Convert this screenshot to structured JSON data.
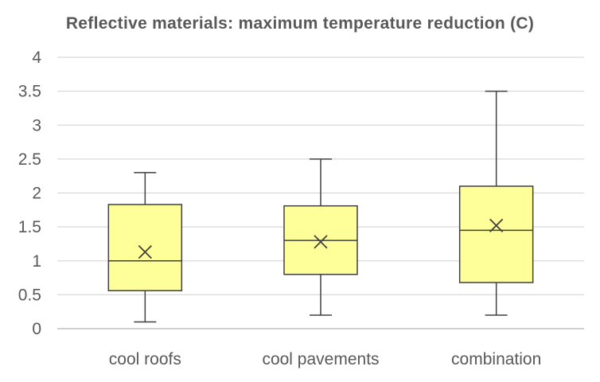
{
  "chart_data": {
    "type": "box",
    "title": "Reflective materials: maximum temperature reduction (C)",
    "xlabel": "",
    "ylabel": "",
    "ylim": [
      0,
      4
    ],
    "yticks": [
      0,
      0.5,
      1,
      1.5,
      2,
      2.5,
      3,
      3.5,
      4
    ],
    "ytick_labels": [
      "0",
      "0.5",
      "1",
      "1.5",
      "2",
      "2.5",
      "3",
      "3.5",
      "4"
    ],
    "grid": true,
    "categories": [
      "cool roofs",
      "cool pavements",
      "combination"
    ],
    "boxes": [
      {
        "category": "cool roofs",
        "min": 0.1,
        "q1": 0.56,
        "median": 1.0,
        "q3": 1.83,
        "max": 2.3,
        "mean": 1.13
      },
      {
        "category": "cool pavements",
        "min": 0.2,
        "q1": 0.8,
        "median": 1.3,
        "q3": 1.81,
        "max": 2.5,
        "mean": 1.28
      },
      {
        "category": "combination",
        "min": 0.2,
        "q1": 0.68,
        "median": 1.45,
        "q3": 2.1,
        "max": 3.5,
        "mean": 1.52
      }
    ],
    "colors": {
      "box_fill": "#ffff99",
      "box_stroke": "#404040",
      "grid": "#d9d9d9",
      "axis": "#bfbfbf",
      "text": "#595959"
    }
  }
}
